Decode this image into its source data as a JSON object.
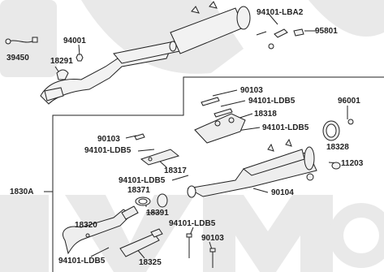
{
  "labels": {
    "p39450": "39450",
    "p94001": "94001",
    "p18291": "18291",
    "p94101_lba2": "94101-LBA2",
    "p95801": "95801",
    "p90103_a": "90103",
    "p94101_ldb5_a": "94101-LDB5",
    "p18318": "18318",
    "p96001": "96001",
    "p94101_ldb5_b": "94101-LDB5",
    "p18328": "18328",
    "p90103_b": "90103",
    "p94101_ldb5_c": "94101-LDB5",
    "p18317": "18317",
    "p11203": "11203",
    "p1830a": "1830A",
    "p94101_ldb5_d": "94101-LDB5",
    "p18371": "18371",
    "p90104": "90104",
    "p18391": "18391",
    "p94101_ldb5_e": "94101-LDB5",
    "p18320": "18320",
    "p90103_c": "90103",
    "p94101_ldb5_f": "94101-LDB5",
    "p18325": "18325"
  },
  "watermark": {
    "text": "KYMCO",
    "color": "#e6e6e6"
  },
  "colors": {
    "line": "#222222",
    "part_fill": "#f2f2f2",
    "part_shade": "#c8c8c8"
  }
}
